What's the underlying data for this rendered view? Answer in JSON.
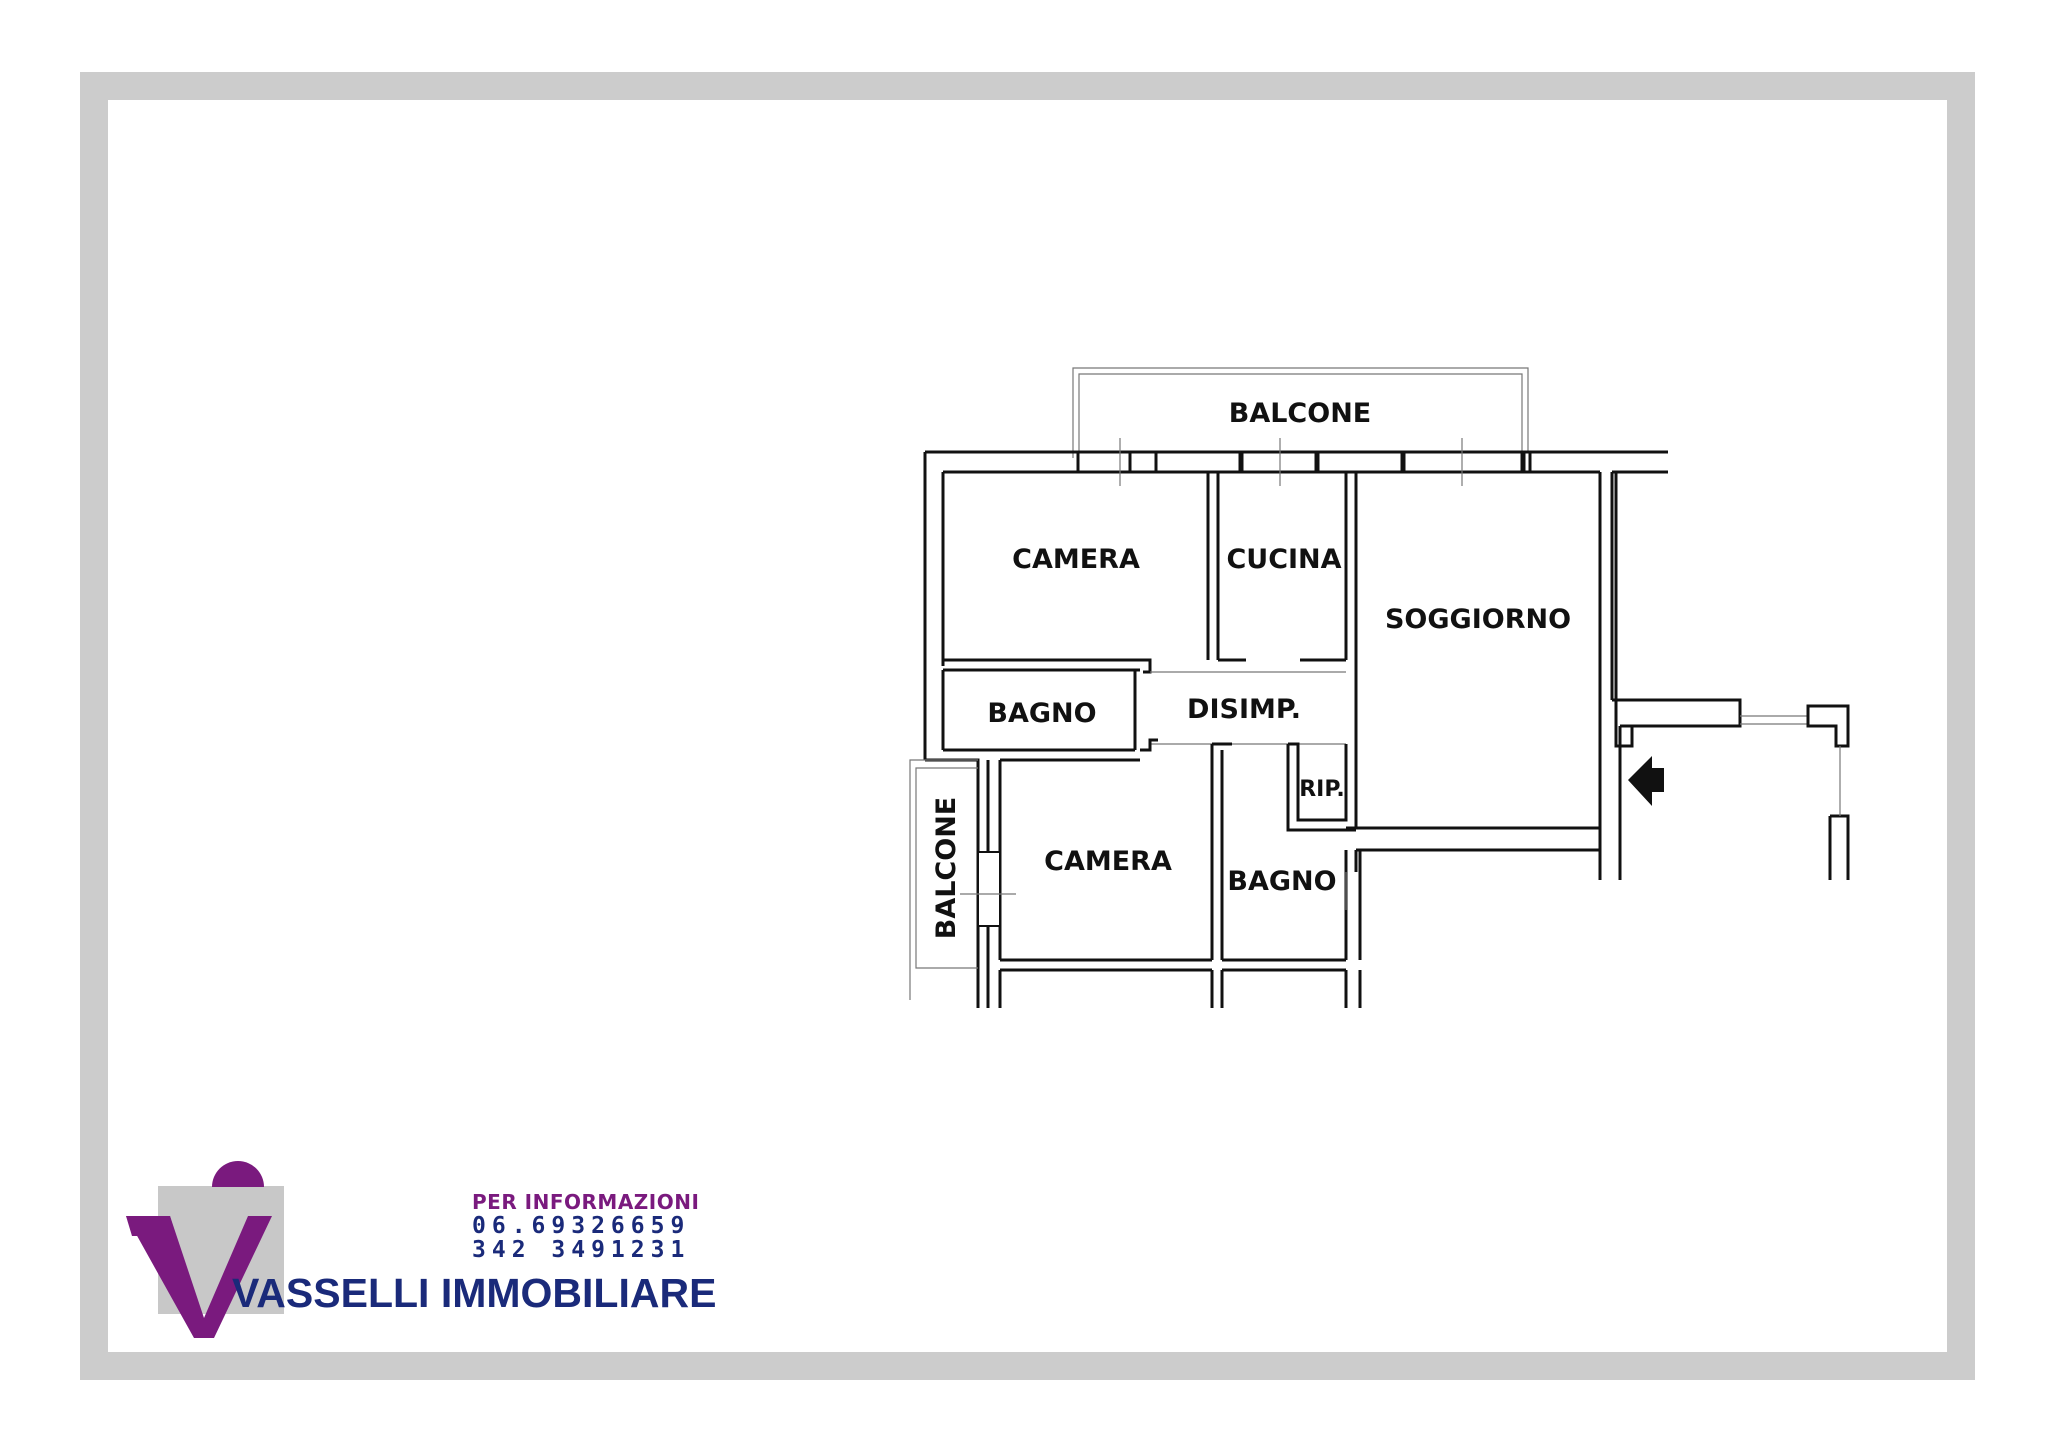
{
  "rooms": {
    "balcone_top": "BALCONE",
    "camera_1": "CAMERA",
    "cucina": "CUCINA",
    "soggiorno": "SOGGIORNO",
    "bagno_1": "BAGNO",
    "disimp": "DISIMP.",
    "rip": "RIP.",
    "balcone_side": "BALCONE",
    "camera_2": "CAMERA",
    "bagno_2": "BAGNO"
  },
  "contact": {
    "title": "PER INFORMAZIONI",
    "phone_1": "06.69326659",
    "phone_2": "342 3491231"
  },
  "brand": {
    "name": "VASSELLI IMMOBILIARE"
  },
  "colors": {
    "frame": "#cccccc",
    "logo_purple": "#7a1a7e",
    "logo_navy": "#1a2a7a",
    "logo_gray": "#c8c8c8"
  },
  "icons": {
    "entrance": "entrance-arrow-icon",
    "logo": "vasselli-v-logo-icon"
  }
}
